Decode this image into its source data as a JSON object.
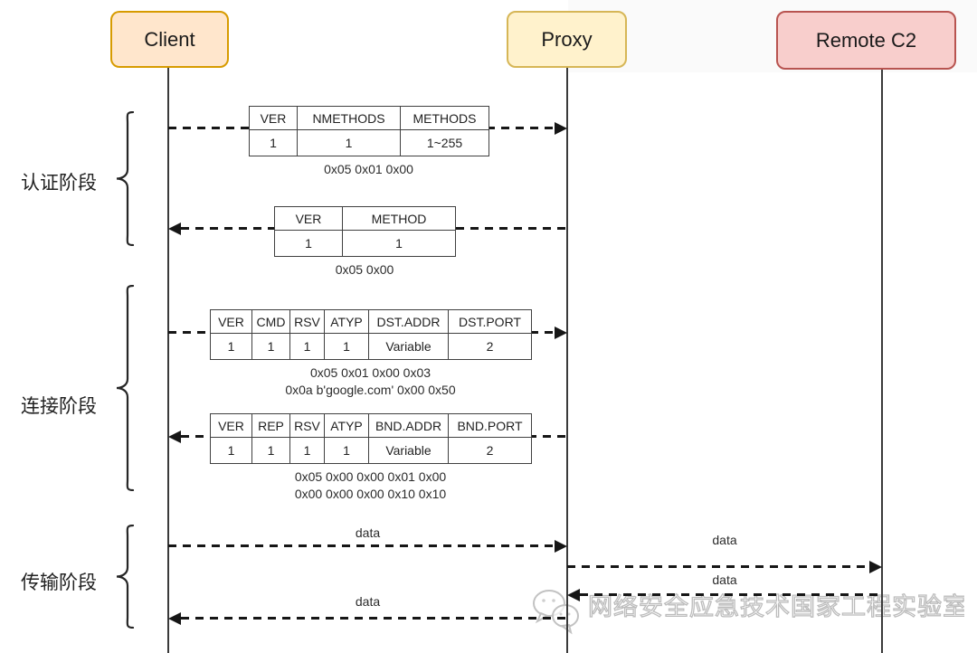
{
  "actors": {
    "client": {
      "label": "Client",
      "fill": "#FFE6CC",
      "stroke": "#D79B00"
    },
    "proxy": {
      "label": "Proxy",
      "fill": "#FFF2CC",
      "stroke": "#D6B656"
    },
    "remote_c2": {
      "label": "Remote C2",
      "fill": "#F8CECC",
      "stroke": "#B85450"
    }
  },
  "phases": {
    "auth": {
      "label": "认证阶段"
    },
    "connect": {
      "label": "连接阶段"
    },
    "transfer": {
      "label": "传输阶段"
    }
  },
  "tables": {
    "auth_request": {
      "headers": [
        "VER",
        "NMETHODS",
        "METHODS"
      ],
      "values": [
        "1",
        "1",
        "1~255"
      ],
      "hex": [
        "0x05 0x01 0x00"
      ]
    },
    "auth_reply": {
      "headers": [
        "VER",
        "METHOD"
      ],
      "values": [
        "1",
        "1"
      ],
      "hex": [
        "0x05 0x00"
      ]
    },
    "connect_request": {
      "headers": [
        "VER",
        "CMD",
        "RSV",
        "ATYP",
        "DST.ADDR",
        "DST.PORT"
      ],
      "values": [
        "1",
        "1",
        "1",
        "1",
        "Variable",
        "2"
      ],
      "hex": [
        "0x05 0x01 0x00 0x03",
        "0x0a b'google.com'  0x00 0x50"
      ]
    },
    "connect_reply": {
      "headers": [
        "VER",
        "REP",
        "RSV",
        "ATYP",
        "BND.ADDR",
        "BND.PORT"
      ],
      "values": [
        "1",
        "1",
        "1",
        "1",
        "Variable",
        "2"
      ],
      "hex": [
        "0x05 0x00 0x00 0x01 0x00",
        "0x00 0x00 0x00 0x10 0x10"
      ]
    }
  },
  "data_labels": {
    "client_to_proxy": "data",
    "proxy_to_remote_c2": "data",
    "remote_c2_to_proxy": "data",
    "proxy_to_client": "data"
  },
  "watermark": {
    "text": "网络安全应急技术国家工程实验室",
    "icon": "wechat-chat-bubbles-icon"
  }
}
